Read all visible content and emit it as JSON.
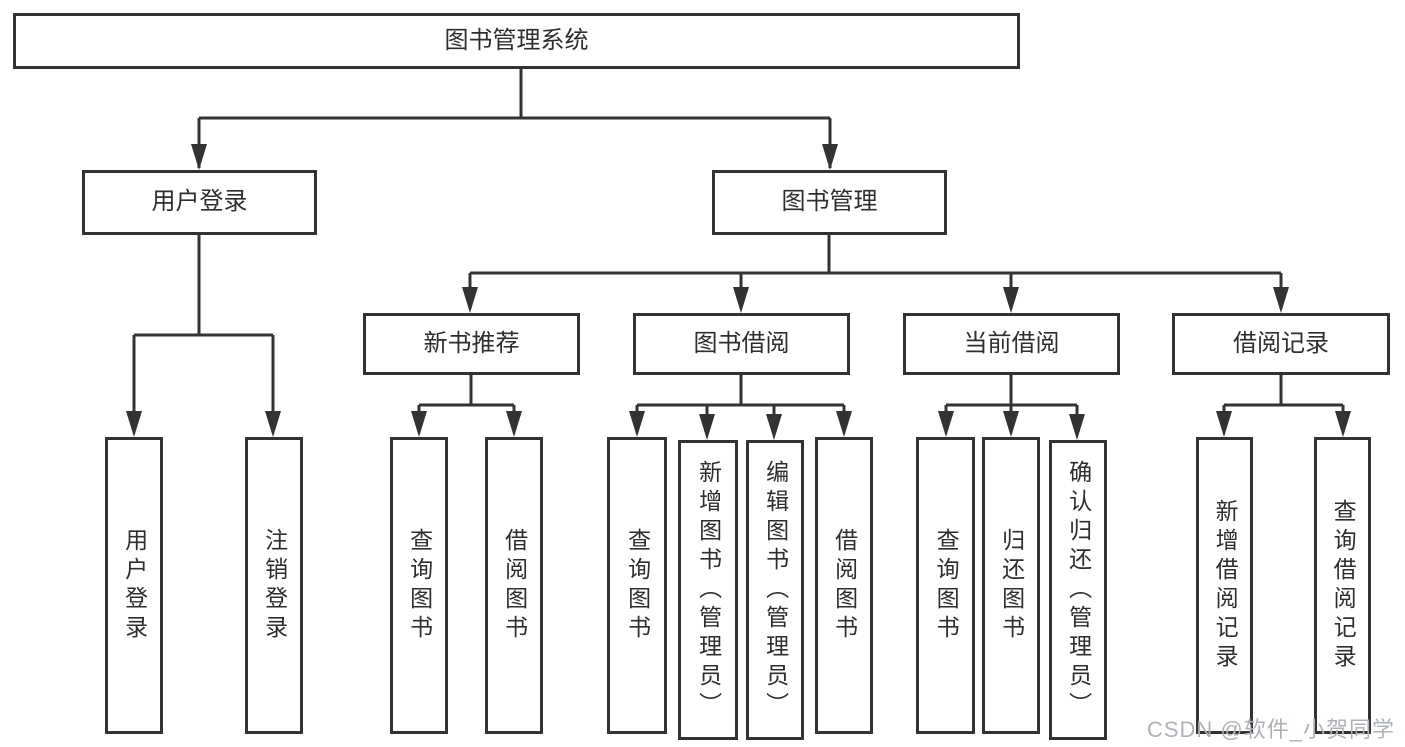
{
  "tree": {
    "root": {
      "label": "图书管理系统"
    },
    "login": {
      "label": "用户登录",
      "children": [
        {
          "label": "用户登录"
        },
        {
          "label": "注销登录"
        }
      ]
    },
    "manage": {
      "label": "图书管理",
      "children": [
        {
          "label": "新书推荐",
          "children": [
            {
              "label": "查询图书"
            },
            {
              "label": "借阅图书"
            }
          ]
        },
        {
          "label": "图书借阅",
          "children": [
            {
              "label": "查询图书"
            },
            {
              "label": "新增图书（管理员）"
            },
            {
              "label": "编辑图书（管理员）"
            },
            {
              "label": "借阅图书"
            }
          ]
        },
        {
          "label": "当前借阅",
          "children": [
            {
              "label": "查询图书"
            },
            {
              "label": "归还图书"
            },
            {
              "label": "确认归还（管理员）"
            }
          ]
        },
        {
          "label": "借阅记录",
          "children": [
            {
              "label": "新增借阅记录"
            },
            {
              "label": "查询借阅记录"
            }
          ]
        }
      ]
    }
  },
  "watermark": {
    "text": "CSDN @软件_小贺同学"
  },
  "colors": {
    "line": "#333333",
    "text": "#2e2e2e",
    "watermark": "#aeb2b8",
    "background": "#ffffff"
  }
}
